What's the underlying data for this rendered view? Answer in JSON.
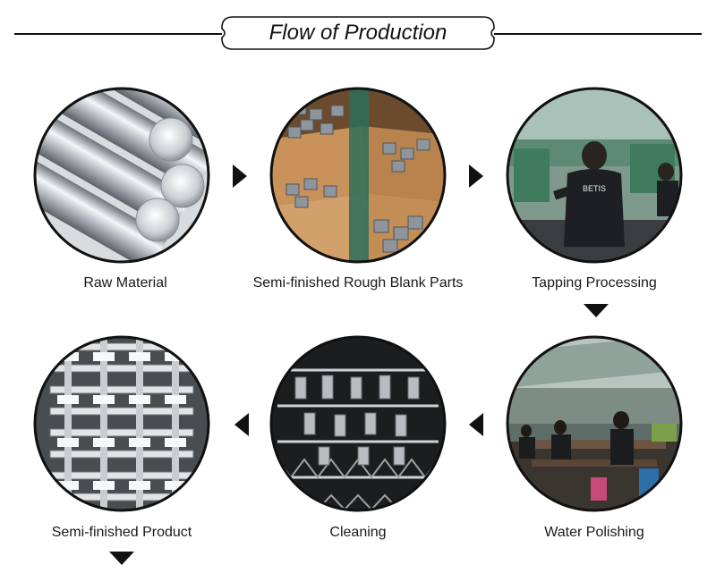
{
  "title": "Flow of Production",
  "steps": [
    {
      "label": "Raw Material"
    },
    {
      "label": "Semi-finished Rough Blank Parts"
    },
    {
      "label": "Tapping Processing"
    },
    {
      "label": "Water Polishing"
    },
    {
      "label": "Cleaning"
    },
    {
      "label": "Semi-finished Product"
    }
  ],
  "photo_text": {
    "worker_shirt": "BETIS"
  },
  "icons": {
    "next_right": "triangle-right-icon",
    "next_down": "triangle-down-icon",
    "next_left": "triangle-left-icon"
  },
  "colors": {
    "text": "#1a1a1a",
    "rule": "#111111",
    "circle_border": "#111111",
    "arrow": "#111111"
  }
}
